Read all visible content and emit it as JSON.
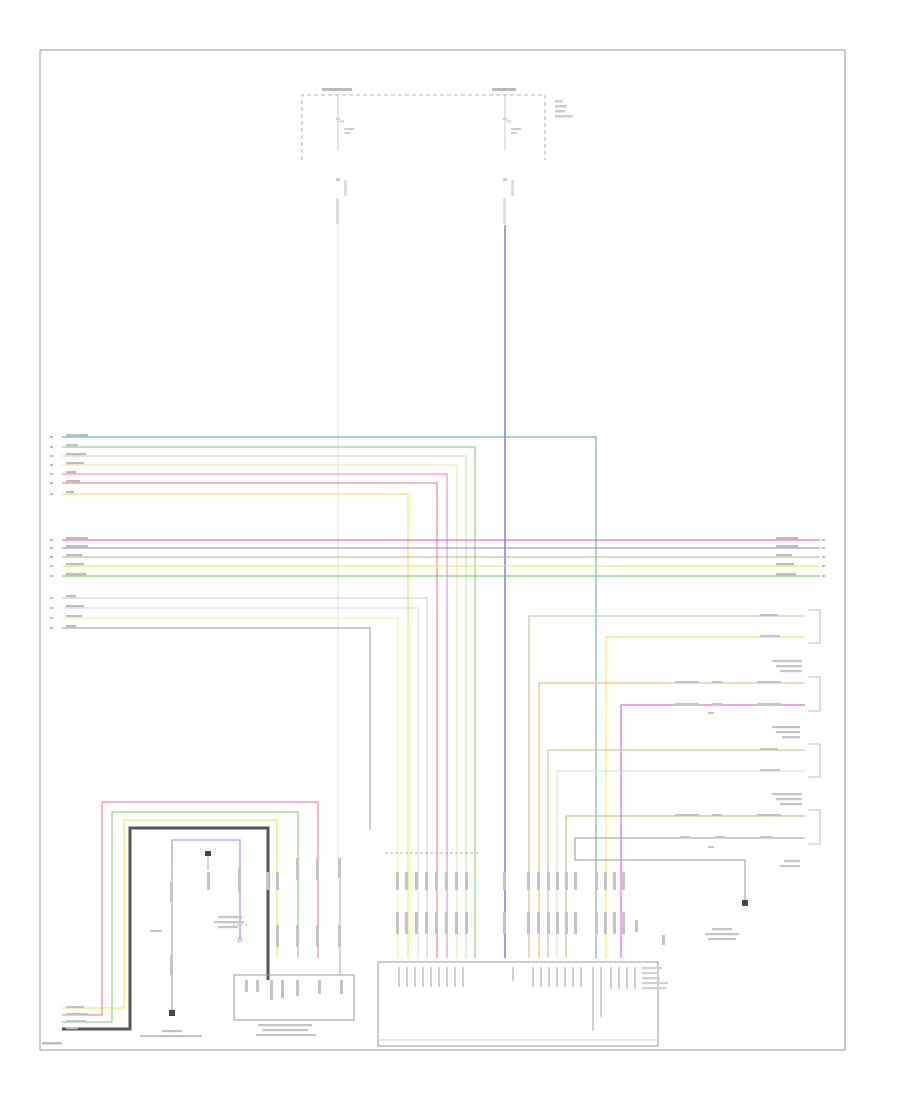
{
  "colors": {
    "background": "#ffffff",
    "frame": "#9a9a9a",
    "blue": "#3a3aff",
    "teal": "#49a7b0",
    "green": "#7ec86a",
    "light_green": "#b9e29f",
    "pink": "#f07ad4",
    "magenta": "#e04cd4",
    "red_pink": "#e8738a",
    "yellow": "#e8ea3a",
    "olive": "#b9b66a",
    "tan": "#c9b98a",
    "orange": "#e8b070",
    "violet": "#9a7ad4",
    "gray": "#9a9a9a",
    "dark_gray": "#555555",
    "light_gray": "#c8c8c8"
  },
  "diagram": {
    "footer_code": "",
    "components": [
      {
        "id": "fuse-panel",
        "label": ""
      },
      {
        "id": "module-main",
        "label": ""
      },
      {
        "id": "module-left",
        "label": ""
      },
      {
        "id": "ground-right",
        "label": ""
      }
    ]
  }
}
